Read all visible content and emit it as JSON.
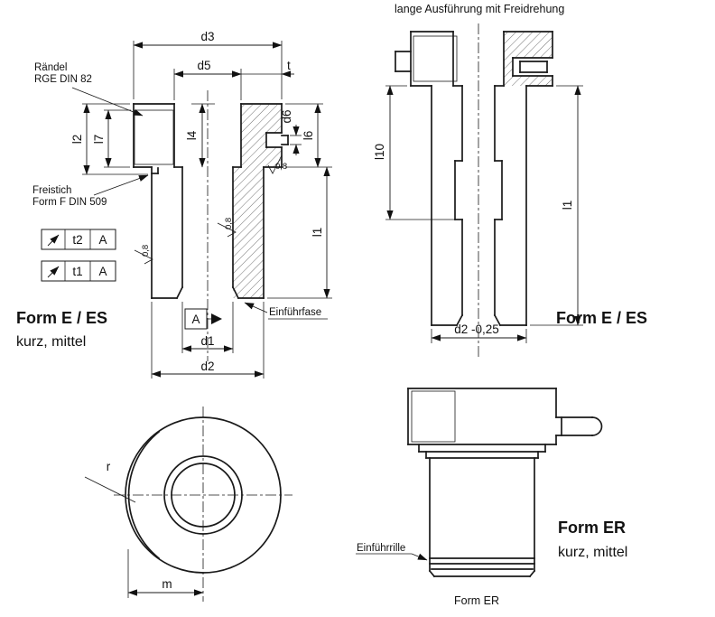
{
  "page": {
    "background": "#ffffff",
    "line_color": "#1a1a1a"
  },
  "views": {
    "left_section": {
      "title": "Form E / ES",
      "subtitle": "kurz, mittel",
      "raendel_note_line1": "Rändel",
      "raendel_note_line2": "RGE  DIN 82",
      "freistich_note_line1": "Freistich",
      "freistich_note_line2": "Form F DIN 509",
      "einfuehrfase_label": "Einführfase",
      "datum_label": "A",
      "tolerance_frames": [
        {
          "value": "t2",
          "datum": "A"
        },
        {
          "value": "t1",
          "datum": "A"
        }
      ],
      "dims": {
        "d3": "d3",
        "d5": "d5",
        "t": "t",
        "l2": "l2",
        "l7": "l7",
        "l4": "l4",
        "d6": "d6",
        "l6": "l6",
        "l1": "l1",
        "d1": "d1",
        "d2": "d2"
      },
      "roughness_value": "0,8"
    },
    "right_section": {
      "header": "lange Ausführung mit Freidrehung",
      "title": "Form E / ES",
      "dims": {
        "l10": "l10",
        "l1": "l1",
        "d2_tol": "d2 -0,25"
      }
    },
    "front_view": {
      "dims": {
        "r": "r",
        "m": "m"
      }
    },
    "form_er_view": {
      "title": "Form ER",
      "subtitle": "kurz, mittel",
      "caption": "Form ER",
      "einfuehrrille_label": "Einführrille"
    }
  }
}
